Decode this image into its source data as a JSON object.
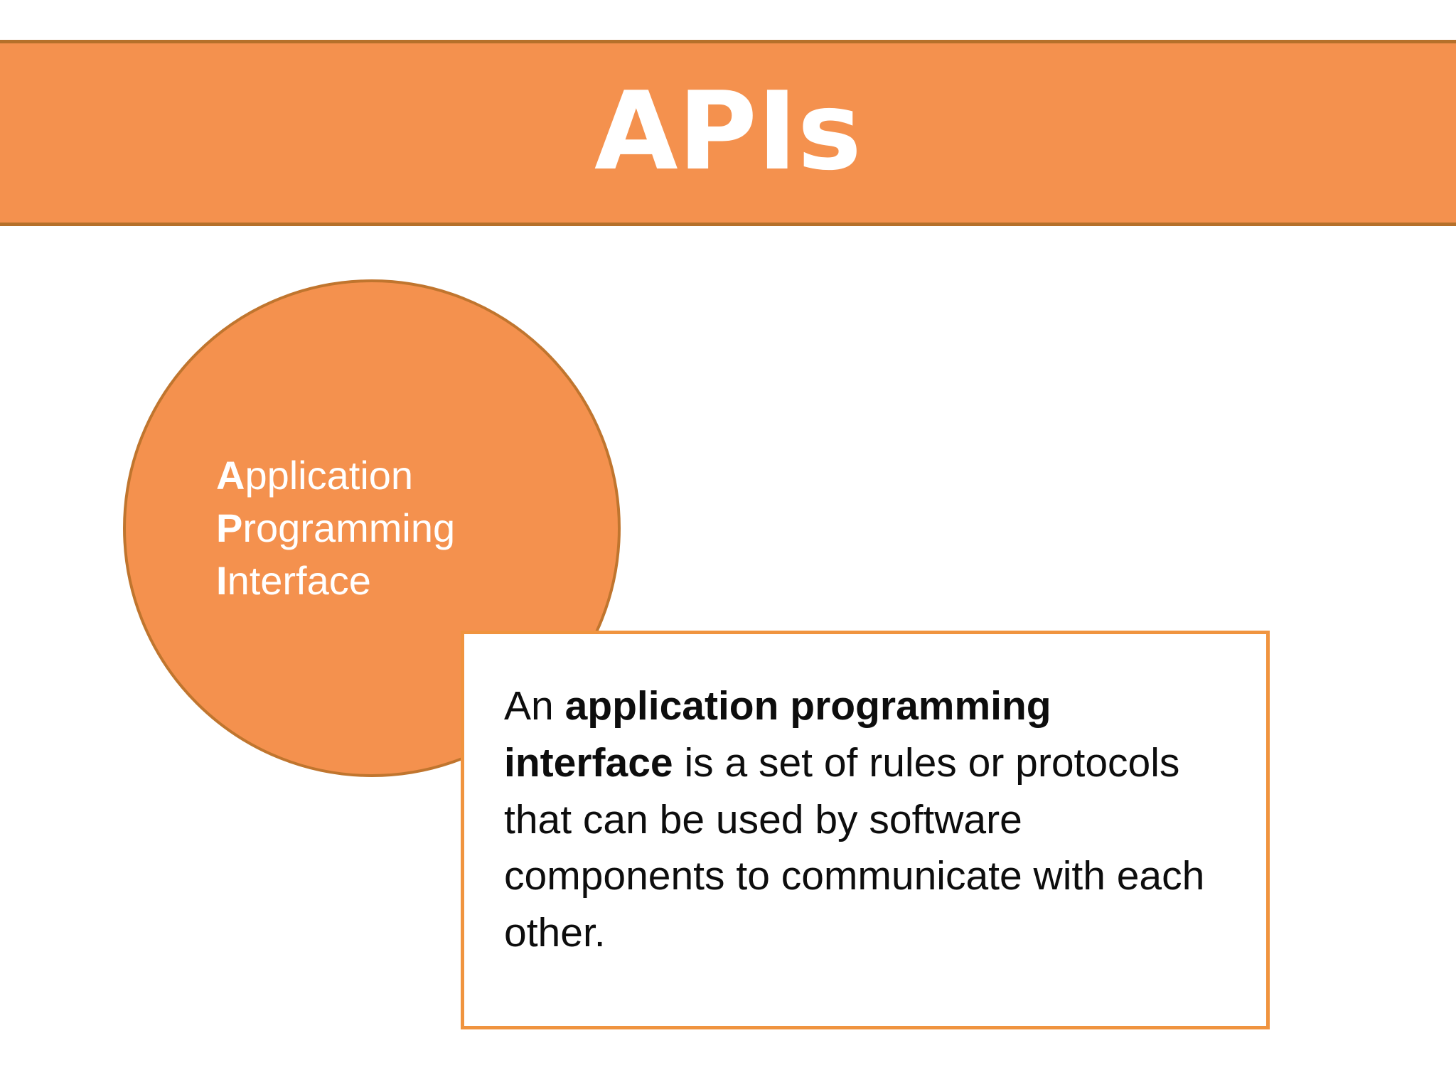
{
  "slide": {
    "title": "APIs",
    "colors": {
      "banner_fill": "#F4914E",
      "banner_border": "#B5702A",
      "circle_fill": "#F4914E",
      "circle_border": "#C0752E",
      "box_border": "#F0943F",
      "box_fill": "#FFFFFF",
      "title_text": "#FFFFFF",
      "body_text": "#0D0D0D"
    }
  },
  "circle": {
    "lines": [
      {
        "initial": "A",
        "rest": "pplication"
      },
      {
        "initial": "P",
        "rest": "rogramming"
      },
      {
        "initial": "I",
        "rest": "nterface"
      }
    ]
  },
  "definition": {
    "lead": "An ",
    "term": "application programming interface",
    "body": " is a set of rules or protocols that can be used by software components to communicate with each other."
  }
}
